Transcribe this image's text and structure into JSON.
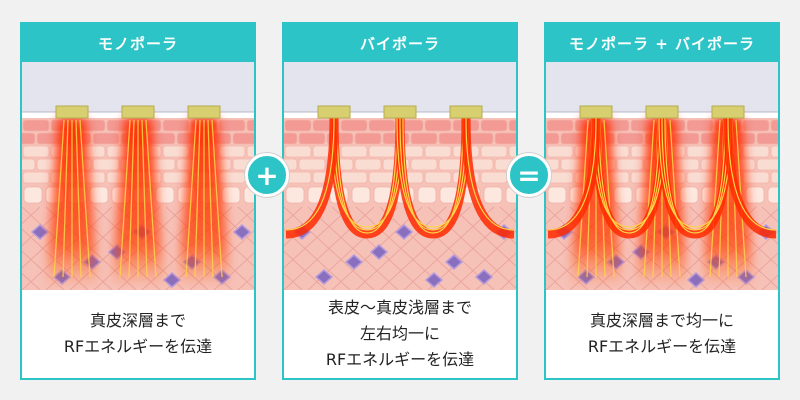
{
  "panels": [
    {
      "title": "モノポーラ",
      "mode": "mono",
      "caption": [
        "真皮深層まで",
        "RFエネルギーを伝達"
      ]
    },
    {
      "title": "バイポーラ",
      "mode": "bi",
      "caption": [
        "表皮～真皮浅層まで",
        "左右均一に",
        "RFエネルギーを伝達"
      ]
    },
    {
      "title": "モノポーラ + バイポーラ",
      "mode": "both",
      "caption": [
        "真皮深層まで均一に",
        "RFエネルギーを伝達"
      ]
    }
  ],
  "operators": [
    "+",
    "="
  ],
  "colors": {
    "accent": "#2cc4c6",
    "energy": "#ff2a00",
    "electrode": "#d8d070",
    "skin": "#f6c2b8"
  }
}
